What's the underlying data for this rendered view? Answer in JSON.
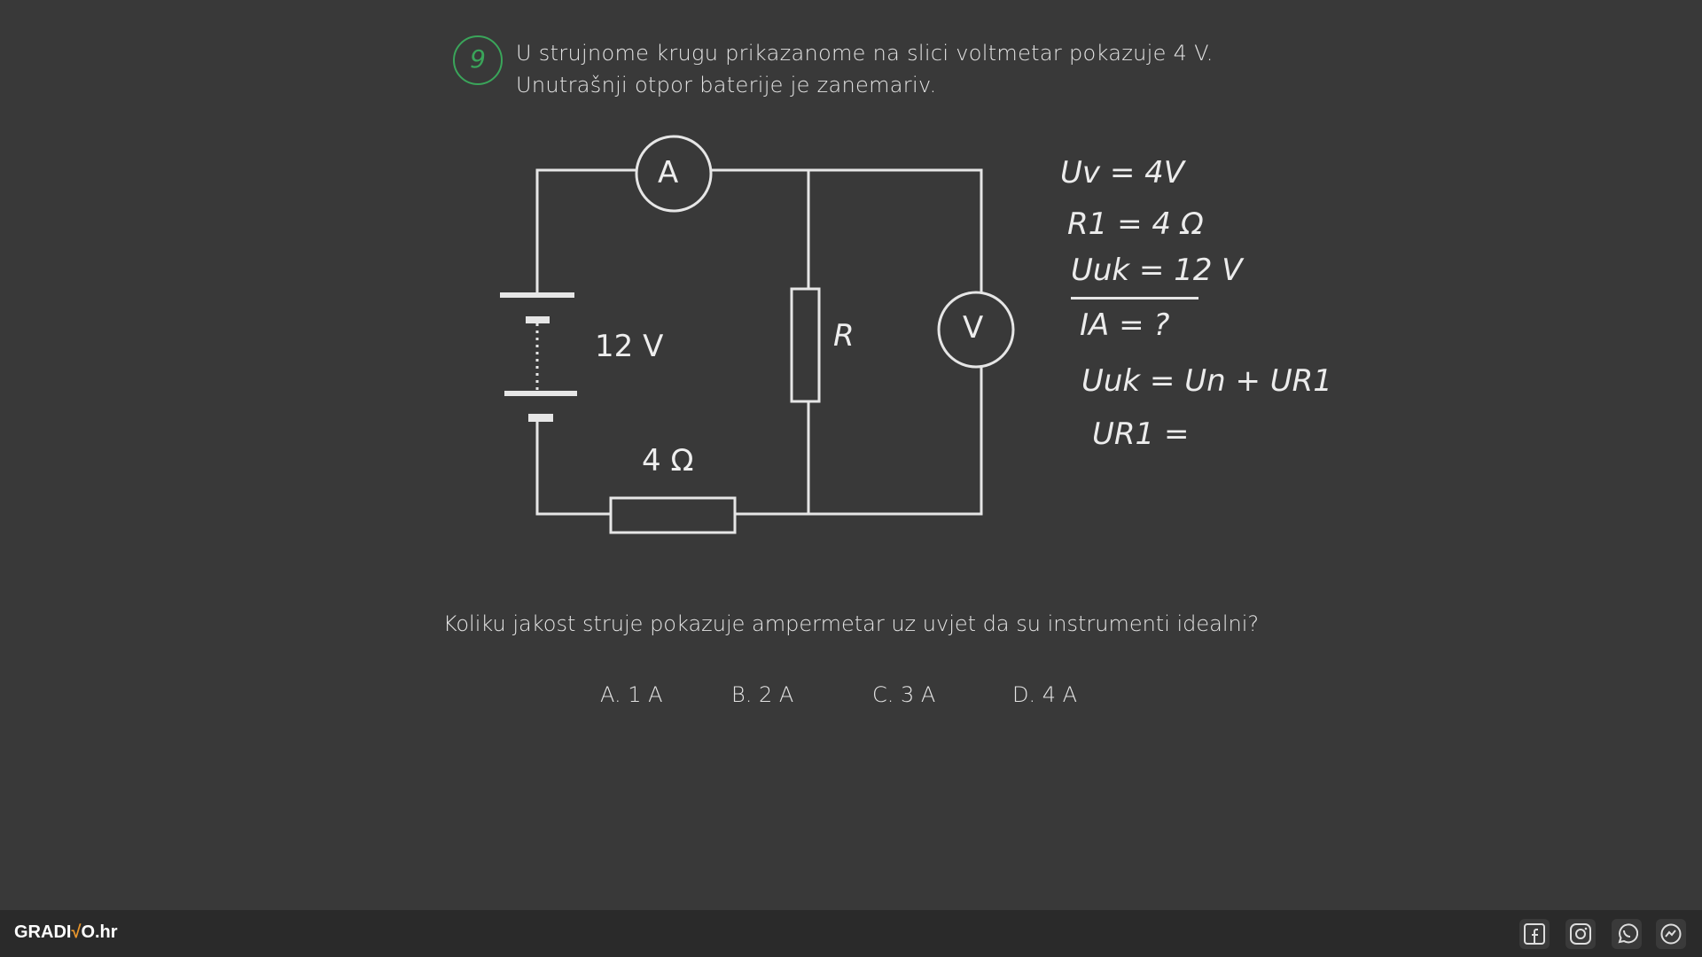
{
  "problem": {
    "number": "9",
    "line1": "U strujnome krugu prikazanome na slici voltmetar pokazuje 4 V.",
    "line2": "Unutrašnji otpor baterije je zanemariv."
  },
  "circuit": {
    "ammeter_label": "A",
    "voltmeter_label": "V",
    "battery_label": "12 V",
    "resistor_label": "R",
    "resistor1_label": "4 Ω"
  },
  "notes": [
    "Uv = 4V",
    "R1 = 4 Ω",
    "Uuk = 12 V",
    "IA = ?",
    "Uuk = Un + UR1",
    "UR1 ="
  ],
  "question": "Koliku jakost struje pokazuje ampermetar uz uvjet da su instrumenti idealni?",
  "options": [
    "A. 1 A",
    "B. 2 A",
    "C. 3 A",
    "D. 4 A"
  ],
  "footer": {
    "logo_a": "GRADI",
    "logo_b": "√",
    "logo_c": "O.hr"
  },
  "colors": {
    "background": "#393939",
    "accent": "#3aa55a",
    "logo_accent": "#e8952c"
  }
}
